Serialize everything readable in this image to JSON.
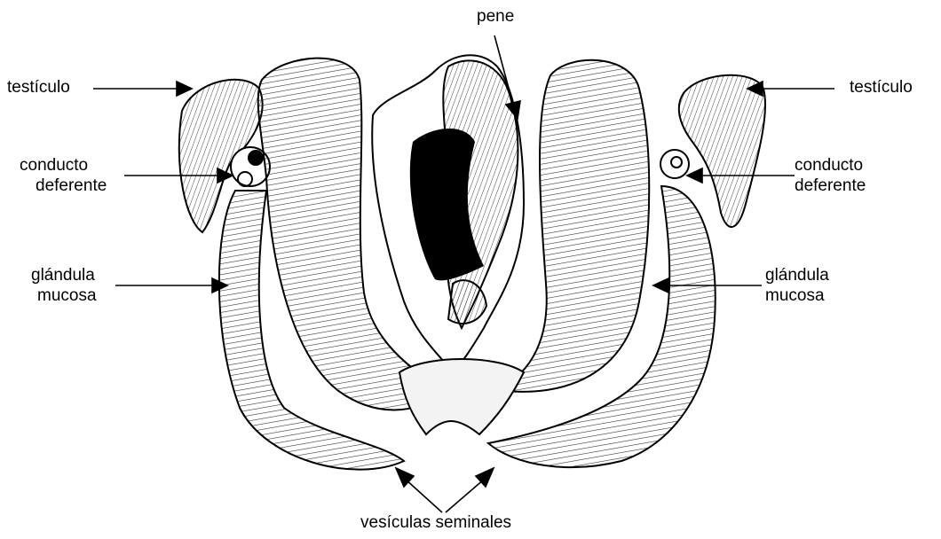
{
  "labels": {
    "pene": "pene",
    "testiculo_left": "testículo",
    "testiculo_right": "testículo",
    "conducto_left_1": "conducto",
    "conducto_left_2": "deferente",
    "conducto_right_1": "conducto",
    "conducto_right_2": "deferente",
    "glandula_left_1": "glándula",
    "glandula_left_2": "mucosa",
    "glandula_right_1": "glándula",
    "glandula_right_2": "mucosa",
    "vesiculas": "vesículas seminales"
  },
  "colors": {
    "ink": "#000000",
    "paper": "#ffffff",
    "tissue": "#e9e9e9"
  }
}
